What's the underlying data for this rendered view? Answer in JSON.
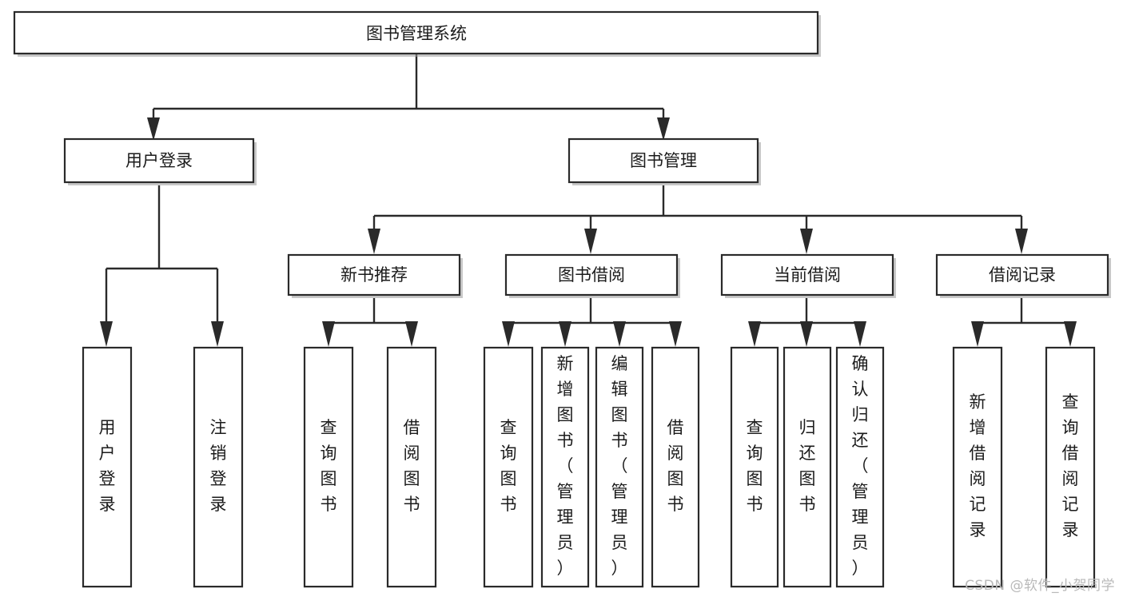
{
  "diagram": {
    "title": "图书管理系统",
    "type": "tree",
    "orientation": "top-down",
    "colors": {
      "background": "#ffffff",
      "box_fill": "#ffffff",
      "box_stroke": "#2a2a2a",
      "connector": "#2a2a2a",
      "text": "#1b1b1b",
      "watermark": "#b9b9b9"
    }
  },
  "nodes": {
    "root": {
      "label": "图书管理系统",
      "level": 1
    },
    "level2": [
      {
        "id": "user-login",
        "label": "用户登录"
      },
      {
        "id": "book-manage",
        "label": "图书管理"
      }
    ],
    "level3": [
      {
        "id": "new-book-recommend",
        "label": "新书推荐",
        "parent": "book-manage"
      },
      {
        "id": "book-borrow",
        "label": "图书借阅",
        "parent": "book-manage"
      },
      {
        "id": "current-borrow",
        "label": "当前借阅",
        "parent": "book-manage"
      },
      {
        "id": "borrow-record",
        "label": "借阅记录",
        "parent": "book-manage"
      }
    ],
    "leaves": {
      "user-login": [
        {
          "id": "leaf-user-login",
          "label": "用户登录"
        },
        {
          "id": "leaf-user-logout",
          "label": "注销登录"
        }
      ],
      "new-book-recommend": [
        {
          "id": "leaf-query-book-1",
          "label": "查询图书"
        },
        {
          "id": "leaf-borrow-book-1",
          "label": "借阅图书"
        }
      ],
      "book-borrow": [
        {
          "id": "leaf-query-book-2",
          "label": "查询图书"
        },
        {
          "id": "leaf-add-book",
          "label": "新增图书（管理员）"
        },
        {
          "id": "leaf-edit-book",
          "label": "编辑图书（管理员）"
        },
        {
          "id": "leaf-borrow-book-2",
          "label": "借阅图书"
        }
      ],
      "current-borrow": [
        {
          "id": "leaf-query-book-3",
          "label": "查询图书"
        },
        {
          "id": "leaf-return-book",
          "label": "归还图书"
        },
        {
          "id": "leaf-confirm-return",
          "label": "确认归还（管理员）"
        }
      ],
      "borrow-record": [
        {
          "id": "leaf-add-record",
          "label": "新增借阅记录"
        },
        {
          "id": "leaf-query-record",
          "label": "查询借阅记录"
        }
      ]
    }
  },
  "watermark": {
    "text": "CSDN @软件_小贺同学"
  }
}
